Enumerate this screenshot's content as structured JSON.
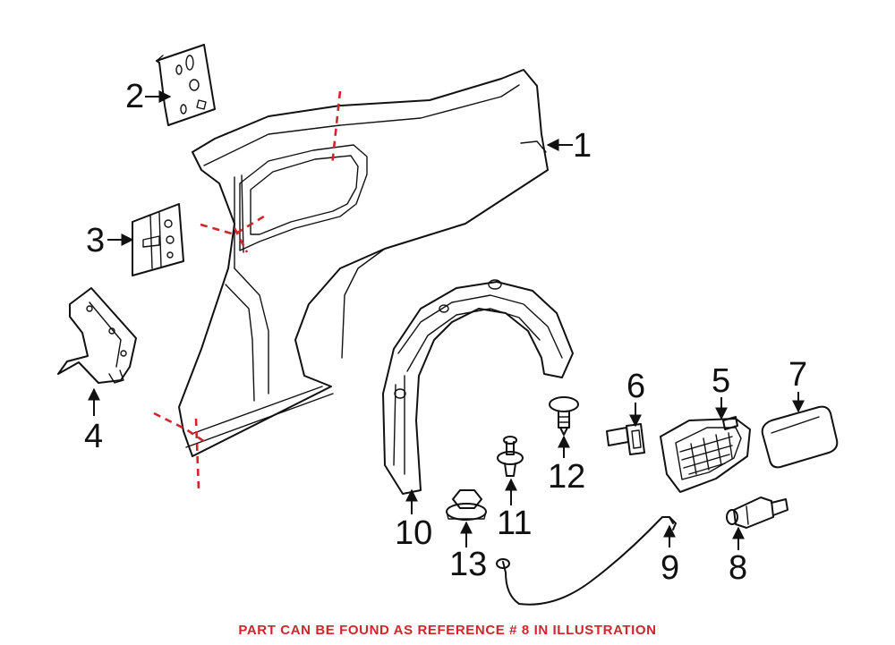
{
  "diagram": {
    "callouts": [
      {
        "id": "1",
        "label": "1"
      },
      {
        "id": "2",
        "label": "2"
      },
      {
        "id": "3",
        "label": "3"
      },
      {
        "id": "4",
        "label": "4"
      },
      {
        "id": "5",
        "label": "5"
      },
      {
        "id": "6",
        "label": "6"
      },
      {
        "id": "7",
        "label": "7"
      },
      {
        "id": "8",
        "label": "8"
      },
      {
        "id": "9",
        "label": "9"
      },
      {
        "id": "10",
        "label": "10"
      },
      {
        "id": "11",
        "label": "11"
      },
      {
        "id": "12",
        "label": "12"
      },
      {
        "id": "13",
        "label": "13"
      }
    ],
    "highlighted_reference": "8"
  },
  "footer": {
    "note": "PART CAN BE FOUND AS REFERENCE # 8 IN ILLUSTRATION"
  },
  "colors": {
    "line": "#111111",
    "accent_red": "#d0252b",
    "background": "#ffffff"
  }
}
